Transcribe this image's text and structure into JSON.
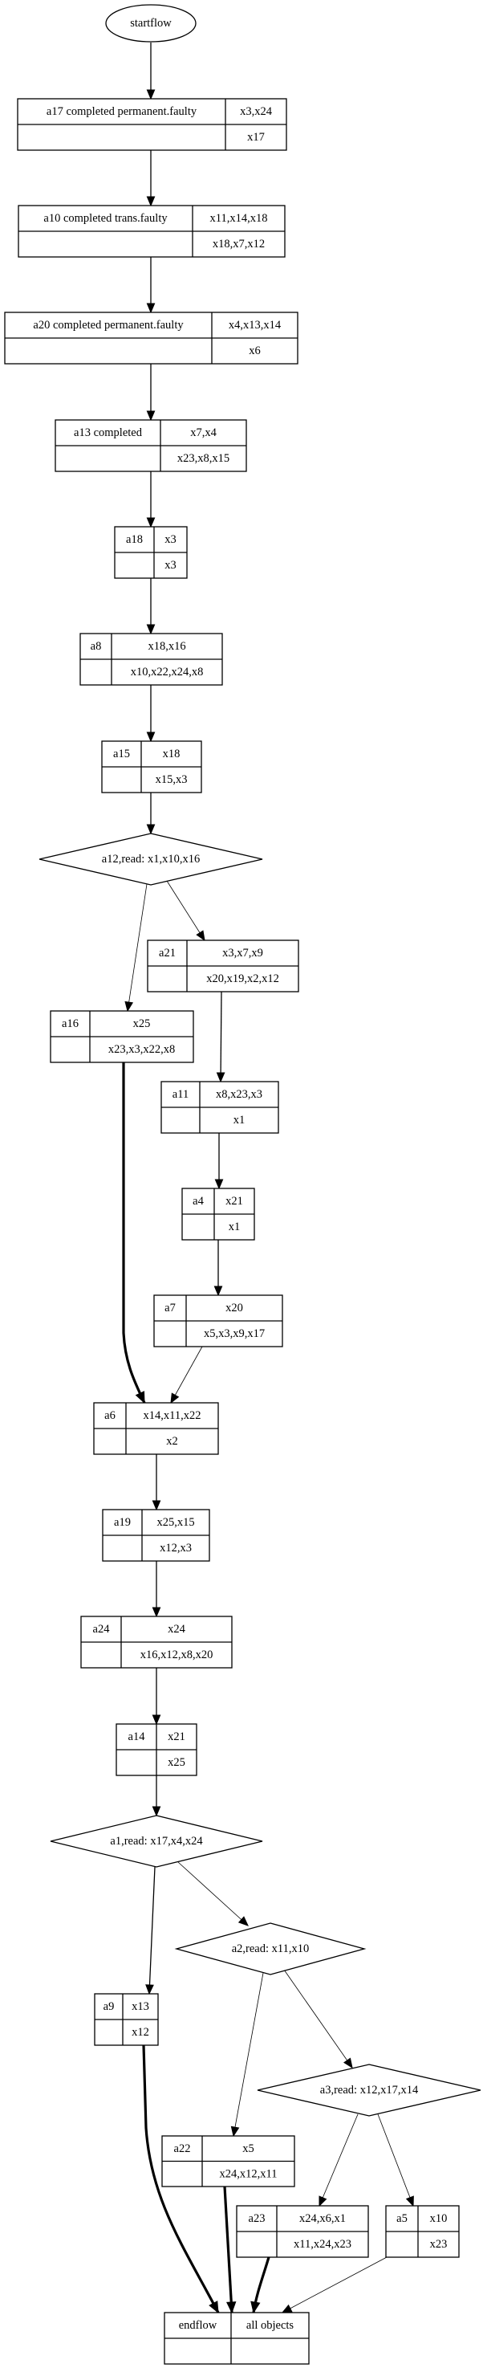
{
  "diagram": {
    "type": "workflow-graph",
    "start": {
      "id": "startflow",
      "label": "startflow"
    },
    "end": {
      "id": "endflow",
      "label": "endflow",
      "right_label": "all objects",
      "bottom_left": "",
      "bottom_right": ""
    },
    "activities": [
      {
        "id": "a17",
        "label": "a17  completed permanent.faulty",
        "reads": "x3,x24",
        "writes": "x17"
      },
      {
        "id": "a10",
        "label": "a10  completed trans.faulty",
        "reads": "x11,x14,x18",
        "writes": "x18,x7,x12"
      },
      {
        "id": "a20",
        "label": "a20  completed permanent.faulty",
        "reads": "x4,x13,x14",
        "writes": "x6"
      },
      {
        "id": "a13",
        "label": "a13  completed",
        "reads": "x7,x4",
        "writes": "x23,x8,x15"
      },
      {
        "id": "a18",
        "label": "a18",
        "reads": "x3",
        "writes": "x3"
      },
      {
        "id": "a8",
        "label": "a8",
        "reads": "x18,x16",
        "writes": "x10,x22,x24,x8"
      },
      {
        "id": "a15",
        "label": "a15",
        "reads": "x18",
        "writes": "x15,x3"
      },
      {
        "id": "a21",
        "label": "a21",
        "reads": "x3,x7,x9",
        "writes": "x20,x19,x2,x12"
      },
      {
        "id": "a16",
        "label": "a16",
        "reads": "x25",
        "writes": "x23,x3,x22,x8"
      },
      {
        "id": "a11",
        "label": "a11",
        "reads": "x8,x23,x3",
        "writes": "x1"
      },
      {
        "id": "a4",
        "label": "a4",
        "reads": "x21",
        "writes": "x1"
      },
      {
        "id": "a7",
        "label": "a7",
        "reads": "x20",
        "writes": "x5,x3,x9,x17"
      },
      {
        "id": "a6",
        "label": "a6",
        "reads": "x14,x11,x22",
        "writes": "x2"
      },
      {
        "id": "a19",
        "label": "a19",
        "reads": "x25,x15",
        "writes": "x12,x3"
      },
      {
        "id": "a24",
        "label": "a24",
        "reads": "x24",
        "writes": "x16,x12,x8,x20"
      },
      {
        "id": "a14",
        "label": "a14",
        "reads": "x21",
        "writes": "x25"
      },
      {
        "id": "a9",
        "label": "a9",
        "reads": "x13",
        "writes": "x12"
      },
      {
        "id": "a22",
        "label": "a22",
        "reads": "x5",
        "writes": "x24,x12,x11"
      },
      {
        "id": "a23",
        "label": "a23",
        "reads": "x24,x6,x1",
        "writes": "x11,x24,x23"
      },
      {
        "id": "a5",
        "label": "a5",
        "reads": "x10",
        "writes": "x23"
      }
    ],
    "decisions": [
      {
        "id": "a12",
        "label": "a12,read: x1,x10,x16"
      },
      {
        "id": "a1",
        "label": "a1,read: x17,x4,x24"
      },
      {
        "id": "a2",
        "label": "a2,read: x11,x10"
      },
      {
        "id": "a3",
        "label": "a3,read: x12,x17,x14"
      }
    ],
    "edges": [
      {
        "from": "startflow",
        "to": "a17",
        "style": "normal"
      },
      {
        "from": "a17",
        "to": "a10",
        "style": "normal"
      },
      {
        "from": "a10",
        "to": "a20",
        "style": "normal"
      },
      {
        "from": "a20",
        "to": "a13",
        "style": "normal"
      },
      {
        "from": "a13",
        "to": "a18",
        "style": "normal"
      },
      {
        "from": "a18",
        "to": "a8",
        "style": "normal"
      },
      {
        "from": "a8",
        "to": "a15",
        "style": "normal"
      },
      {
        "from": "a15",
        "to": "a12",
        "style": "normal"
      },
      {
        "from": "a12",
        "to": "a16",
        "style": "thin"
      },
      {
        "from": "a12",
        "to": "a21",
        "style": "thin"
      },
      {
        "from": "a21",
        "to": "a11",
        "style": "normal"
      },
      {
        "from": "a11",
        "to": "a4",
        "style": "normal"
      },
      {
        "from": "a4",
        "to": "a7",
        "style": "normal"
      },
      {
        "from": "a16",
        "to": "a6",
        "style": "thick"
      },
      {
        "from": "a7",
        "to": "a6",
        "style": "thin"
      },
      {
        "from": "a6",
        "to": "a19",
        "style": "normal"
      },
      {
        "from": "a19",
        "to": "a24",
        "style": "normal"
      },
      {
        "from": "a24",
        "to": "a14",
        "style": "normal"
      },
      {
        "from": "a14",
        "to": "a1",
        "style": "normal"
      },
      {
        "from": "a1",
        "to": "a9",
        "style": "normal"
      },
      {
        "from": "a1",
        "to": "a2",
        "style": "thin"
      },
      {
        "from": "a2",
        "to": "a22",
        "style": "thin"
      },
      {
        "from": "a2",
        "to": "a3",
        "style": "thin"
      },
      {
        "from": "a3",
        "to": "a23",
        "style": "thin"
      },
      {
        "from": "a3",
        "to": "a5",
        "style": "thin"
      },
      {
        "from": "a9",
        "to": "endflow",
        "style": "thick"
      },
      {
        "from": "a22",
        "to": "endflow",
        "style": "thick"
      },
      {
        "from": "a23",
        "to": "endflow",
        "style": "thick"
      },
      {
        "from": "a5",
        "to": "endflow",
        "style": "thin"
      }
    ]
  }
}
